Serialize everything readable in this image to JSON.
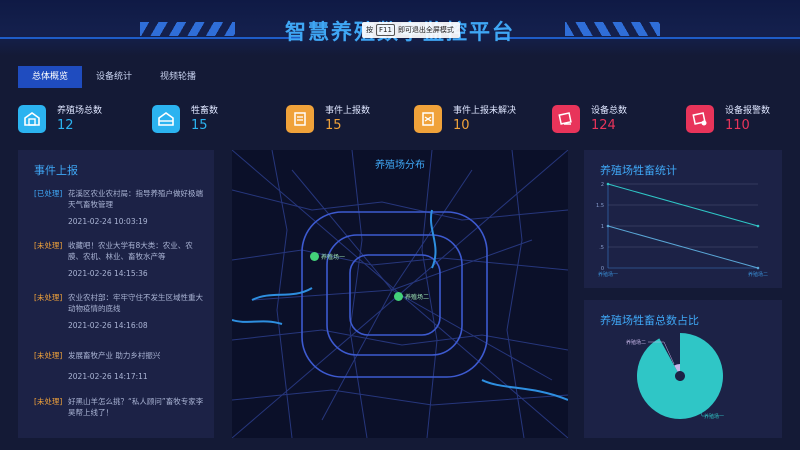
{
  "header": {
    "title": "智慧养殖数字监控平台",
    "fullscreen_hint_prefix": "按",
    "fullscreen_hint_key": "F11",
    "fullscreen_hint_suffix": "即可退出全屏模式"
  },
  "tabs": [
    {
      "label": "总体概览",
      "active": true
    },
    {
      "label": "设备统计",
      "active": false
    },
    {
      "label": "视频轮播",
      "active": false
    }
  ],
  "stats": [
    {
      "label": "养殖场总数",
      "value": "12",
      "color": "#2bb3f0",
      "icon": "barn-icon"
    },
    {
      "label": "牲畜数",
      "value": "15",
      "color": "#2bb3f0",
      "icon": "livestock-icon"
    },
    {
      "label": "事件上报数",
      "value": "15",
      "color": "#f0a23a",
      "icon": "report-icon"
    },
    {
      "label": "事件上报未解决",
      "value": "10",
      "color": "#f0a23a",
      "icon": "unresolved-icon"
    },
    {
      "label": "设备总数",
      "value": "124",
      "color": "#e8345a",
      "icon": "device-icon"
    },
    {
      "label": "设备报警数",
      "value": "110",
      "color": "#e8345a",
      "icon": "alarm-icon"
    }
  ],
  "events": {
    "title": "事件上报",
    "items": [
      {
        "tag": "[已处理]",
        "status": "done",
        "text": "花溪区农业农村局：指导养殖户做好极端天气畜牧管理",
        "time": "2021-02-24 10:03:19"
      },
      {
        "tag": "[未处理]",
        "status": "todo",
        "text": "收藏吧！农业大学有8大类：农业、农膜、农机、林业、畜牧水产等",
        "time": "2021-02-26 14:15:36"
      },
      {
        "tag": "[未处理]",
        "status": "todo",
        "text": "农业农村部：牢牢守住不发生区域性重大动物疫情的底线",
        "time": "2021-02-26 14:16:08"
      },
      {
        "tag": "[未处理]",
        "status": "todo",
        "text": "发展畜牧产业 助力乡村振兴",
        "time": "2021-02-26 14:17:11"
      },
      {
        "tag": "[未处理]",
        "status": "todo",
        "text": "好黑山羊怎么挑？“私人顾问”畜牧专家李昊帮上线了！",
        "time": ""
      }
    ]
  },
  "map": {
    "title": "养殖场分布",
    "markers": [
      {
        "label": "养殖场一"
      },
      {
        "label": "养殖场二"
      }
    ]
  },
  "chart_data": [
    {
      "type": "line",
      "title": "养殖场牲畜统计",
      "categories": [
        "养殖场一",
        "养殖场二"
      ],
      "ylim": [
        0,
        2
      ],
      "yticks": [
        "0",
        ".5",
        "1",
        "1.5",
        "2"
      ],
      "grid": true,
      "series": [
        {
          "values": [
            2,
            1
          ],
          "color": "#2fc6c6"
        },
        {
          "values": [
            1,
            0
          ],
          "color": "#5aa6d6"
        }
      ]
    },
    {
      "type": "pie",
      "title": "养殖场牲畜总数占比",
      "slices": [
        {
          "name": "养殖场一",
          "value": 0.92,
          "color": "#2fc6c6"
        },
        {
          "name": "养殖场二",
          "value": 0.08,
          "color": "#c7b6e8"
        }
      ]
    }
  ]
}
